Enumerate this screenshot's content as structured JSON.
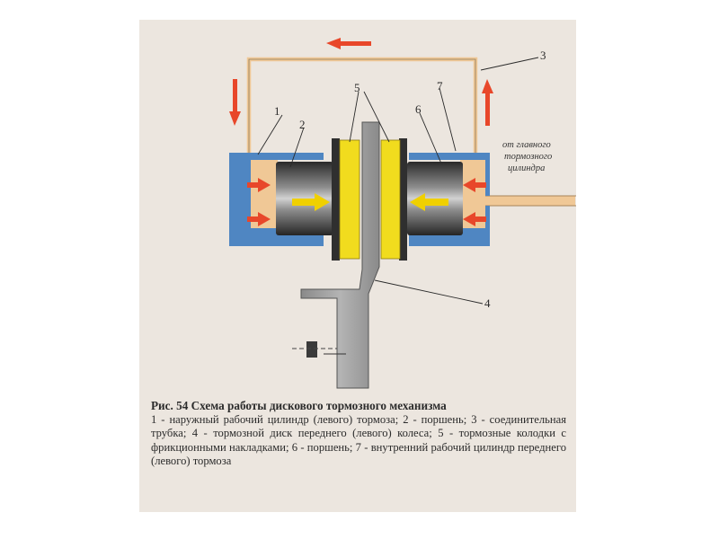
{
  "figure": {
    "labels": {
      "l1": "1",
      "l2": "2",
      "l3": "3",
      "l4": "4",
      "l5": "5",
      "l6": "6",
      "l7": "7"
    },
    "source_label": [
      "от главного",
      "тормозного",
      "цилиндра"
    ],
    "caption_title": "Рис. 54 Схема работы дискового тормозного механизма",
    "caption_body": "1 - наружный рабочий цилиндр (левого) тормоза; 2 - поршень; 3 - соединительная трубка; 4 - тормозной диск переднего (левого) колеса; 5 - тормозные колодки с фрикционными накладками; 6 - поршень; 7 - внутренний рабочий цилиндр переднего (левого) тормоза"
  },
  "colors": {
    "background": "#ece6df",
    "cylinder_blue": "#4f86c2",
    "brake_fluid": "#f0c896",
    "flow_arrow": "#e8472a",
    "pad_yellow": "#f1dc1e",
    "disc_gray": "#9a9a9a",
    "piston_dark": "#3d3d3d"
  }
}
